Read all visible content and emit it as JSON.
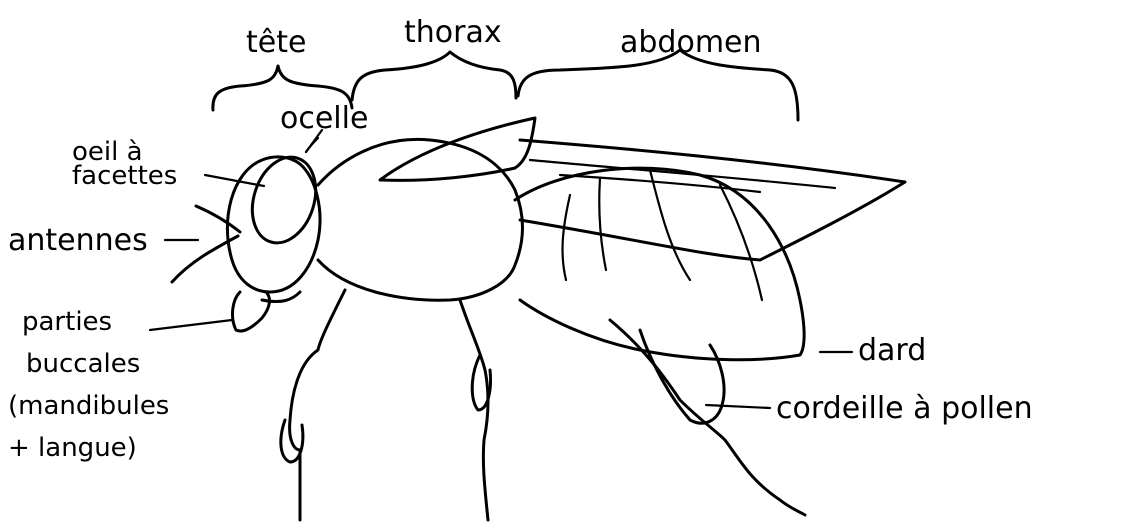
{
  "diagram": {
    "section_labels": {
      "head": "tête",
      "thorax": "thorax",
      "abdomen": "abdomen"
    },
    "part_labels": {
      "ocelle": "ocelle",
      "oeil_line1": "oeil à",
      "oeil_line2": "facettes",
      "antennes": "antennes",
      "mouth_line1": "parties",
      "mouth_line2": "buccales",
      "mouth_line3": "(mandibules",
      "mouth_line4": "+ langue)",
      "dard": "dard",
      "corbeille": "cordeille à pollen"
    }
  }
}
